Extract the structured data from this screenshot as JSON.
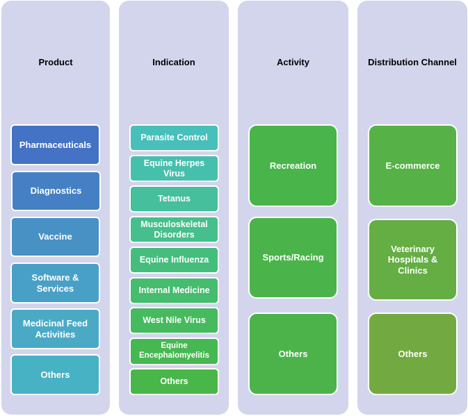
{
  "columns": [
    {
      "title": "Product",
      "items": [
        "Pharmaceuticals",
        "Diagnostics",
        "Vaccine",
        "Software & Services",
        "Medicinal Feed Activities",
        "Others"
      ],
      "colors": [
        "#4472c4",
        "#4580c4",
        "#4891c5",
        "#49a0c6",
        "#4aaac6",
        "#47b2c3"
      ]
    },
    {
      "title": "Indication",
      "items": [
        "Parasite Control",
        "Equine Herpes Virus",
        "Tetanus",
        "Musculoskeletal Disorders",
        "Equine Influenza",
        "Internal Medicine",
        "West Nile Virus",
        "Equine Encephalomyelitis",
        "Others"
      ],
      "colors": [
        "#47bfba",
        "#47bfad",
        "#46bf9d",
        "#45bf8b",
        "#45bd7d",
        "#45bc6e",
        "#45ba5e",
        "#46b851",
        "#49b649"
      ]
    },
    {
      "title": "Activity",
      "items": [
        "Recreation",
        "Sports/Racing",
        "Others"
      ],
      "colors": [
        "#48b449",
        "#4ab44a",
        "#4cb34b"
      ]
    },
    {
      "title": "Distribution Channel",
      "items": [
        "E-commerce",
        "Veterinary Hospitals & Clinics",
        "Others"
      ],
      "colors": [
        "#56b246",
        "#64ae44",
        "#72aa41"
      ]
    }
  ]
}
